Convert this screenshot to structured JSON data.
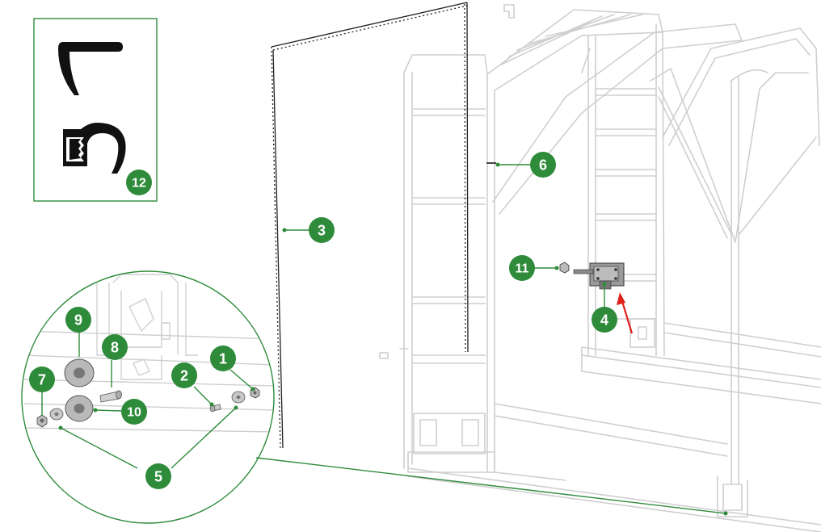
{
  "callouts": [
    {
      "id": "c1",
      "label": "1"
    },
    {
      "id": "c2",
      "label": "2"
    },
    {
      "id": "c3",
      "label": "3"
    },
    {
      "id": "c4",
      "label": "4"
    },
    {
      "id": "c5",
      "label": "5"
    },
    {
      "id": "c6",
      "label": "6"
    },
    {
      "id": "c7",
      "label": "7"
    },
    {
      "id": "c8",
      "label": "8"
    },
    {
      "id": "c9",
      "label": "9"
    },
    {
      "id": "c10",
      "label": "10"
    },
    {
      "id": "c11",
      "label": "11"
    },
    {
      "id": "c12",
      "label": "12"
    }
  ],
  "colors": {
    "badge": "#2e8b3a",
    "leader": "#2e8b3a",
    "frame_line": "#cfcfcf",
    "profile": "#111111",
    "arrow": "#e0201c"
  },
  "icons": {
    "profile_top": "l-profile-icon",
    "profile_bottom": "grip-profile-icon",
    "arrow": "red-arrow-icon"
  }
}
